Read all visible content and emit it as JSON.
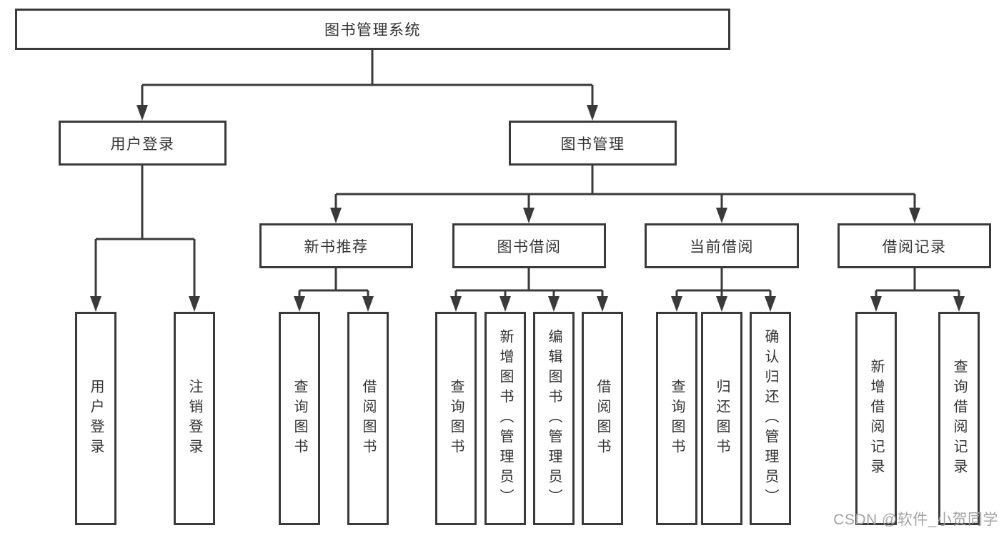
{
  "diagram": {
    "root": {
      "label": "图书管理系统"
    },
    "level2": [
      {
        "label": "用户登录"
      },
      {
        "label": "图书管理"
      }
    ],
    "level3": [
      {
        "label": "新书推荐",
        "parent": "图书管理"
      },
      {
        "label": "图书借阅",
        "parent": "图书管理"
      },
      {
        "label": "当前借阅",
        "parent": "图书管理"
      },
      {
        "label": "借阅记录",
        "parent": "图书管理"
      }
    ],
    "leaves": [
      {
        "label": "用户登录",
        "parent": "用户登录"
      },
      {
        "label": "注销登录",
        "parent": "用户登录"
      },
      {
        "label": "查询图书",
        "parent": "新书推荐"
      },
      {
        "label": "借阅图书",
        "parent": "新书推荐"
      },
      {
        "label": "查询图书",
        "parent": "图书借阅"
      },
      {
        "label": "新增图书（管理员）",
        "parent": "图书借阅"
      },
      {
        "label": "编辑图书（管理员）",
        "parent": "图书借阅"
      },
      {
        "label": "借阅图书",
        "parent": "图书借阅"
      },
      {
        "label": "查询图书",
        "parent": "当前借阅"
      },
      {
        "label": "归还图书",
        "parent": "当前借阅"
      },
      {
        "label": "确认归还（管理员）",
        "parent": "当前借阅"
      },
      {
        "label": "新增借阅记录",
        "parent": "借阅记录"
      },
      {
        "label": "查询借阅记录",
        "parent": "借阅记录"
      }
    ],
    "watermark": "CSDN @软件_小贺同学",
    "colors": {
      "line": "#3a3a3a",
      "text": "#333333",
      "watermark": "#a3a3a3",
      "background": "#ffffff"
    }
  }
}
